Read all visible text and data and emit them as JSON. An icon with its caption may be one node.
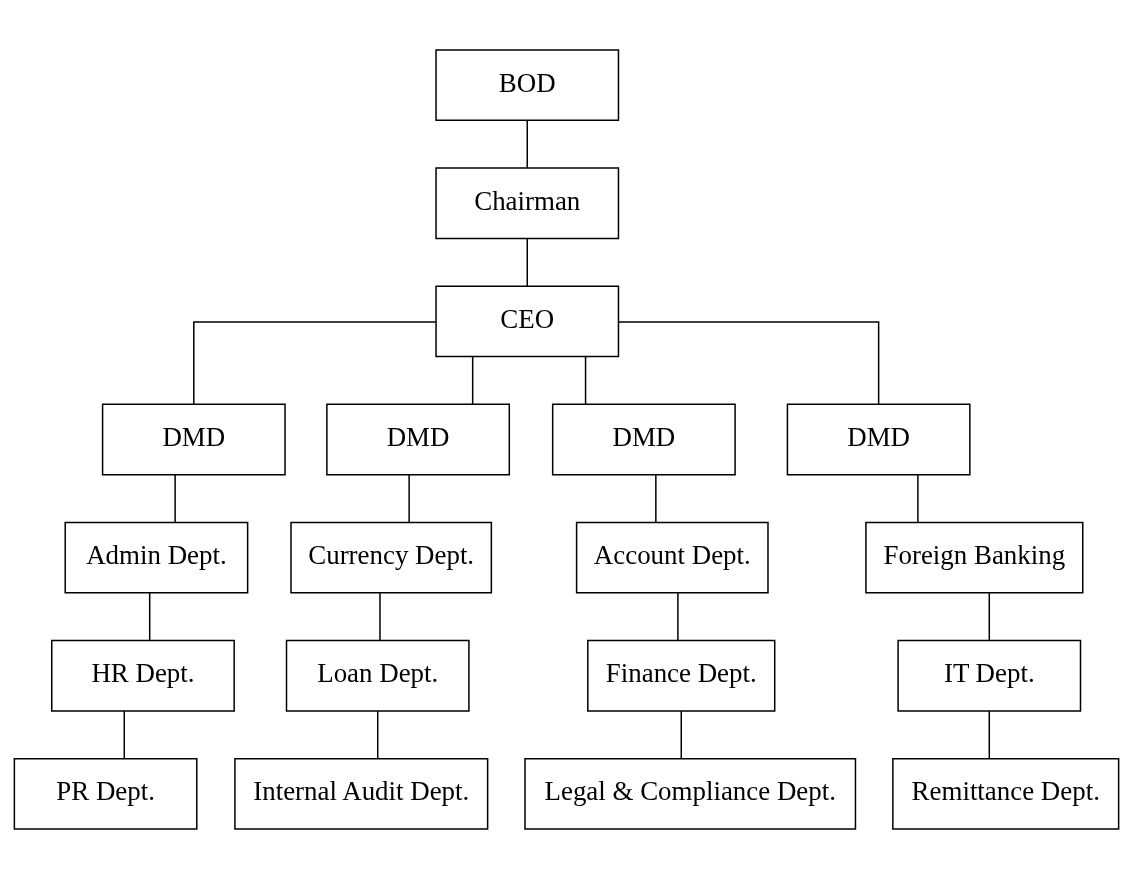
{
  "diagram": {
    "nodes": [
      {
        "text": [
          "BOD"
        ]
      },
      {
        "text": [
          "Chairman"
        ]
      },
      {
        "text": [
          "CEO"
        ]
      },
      {
        "text": [
          "DMD"
        ]
      },
      {
        "text": [
          "Admin Dept."
        ]
      },
      {
        "text": [
          "HR Dept."
        ]
      },
      {
        "text": [
          "PR Dept."
        ]
      },
      {
        "text": [
          "DMD"
        ]
      },
      {
        "text": [
          "Currency Dept."
        ]
      },
      {
        "text": [
          "Loan Dept."
        ]
      },
      {
        "text": [
          "Internal Audit Dept."
        ]
      },
      {
        "text": [
          "DMD"
        ]
      },
      {
        "text": [
          "Account Dept."
        ]
      },
      {
        "text": [
          "Finance Dept."
        ]
      },
      {
        "text": [
          "Legal & Compliance Dept."
        ]
      },
      {
        "text": [
          "DMD"
        ]
      },
      {
        "text": [
          "Foreign Banking"
        ]
      },
      {
        "text": [
          "IT Dept."
        ]
      },
      {
        "text": [
          "Remittance Dept."
        ]
      }
    ],
    "edges": [
      {
        "from": 0,
        "to": 1,
        "arrow": "none"
      },
      {
        "from": 1,
        "to": 2,
        "arrow": "none"
      },
      {
        "from": 2,
        "to": 3,
        "arrow": "none"
      },
      {
        "from": 2,
        "to": 7,
        "arrow": "none"
      },
      {
        "from": 2,
        "to": 11,
        "arrow": "none"
      },
      {
        "from": 2,
        "to": 15,
        "arrow": "none"
      },
      {
        "from": 3,
        "to": 4,
        "arrow": "none"
      },
      {
        "from": 4,
        "to": 5,
        "arrow": "none"
      },
      {
        "from": 5,
        "to": 6,
        "arrow": "none"
      },
      {
        "from": 7,
        "to": 8,
        "arrow": "none"
      },
      {
        "from": 8,
        "to": 9,
        "arrow": "none"
      },
      {
        "from": 9,
        "to": 10,
        "arrow": "none"
      },
      {
        "from": 11,
        "to": 12,
        "arrow": "none"
      },
      {
        "from": 12,
        "to": 13,
        "arrow": "none"
      },
      {
        "from": 13,
        "to": 14,
        "arrow": "none"
      },
      {
        "from": 15,
        "to": 16,
        "arrow": "none"
      },
      {
        "from": 16,
        "to": 17,
        "arrow": "none"
      },
      {
        "from": 17,
        "to": 18,
        "arrow": "none"
      }
    ]
  }
}
